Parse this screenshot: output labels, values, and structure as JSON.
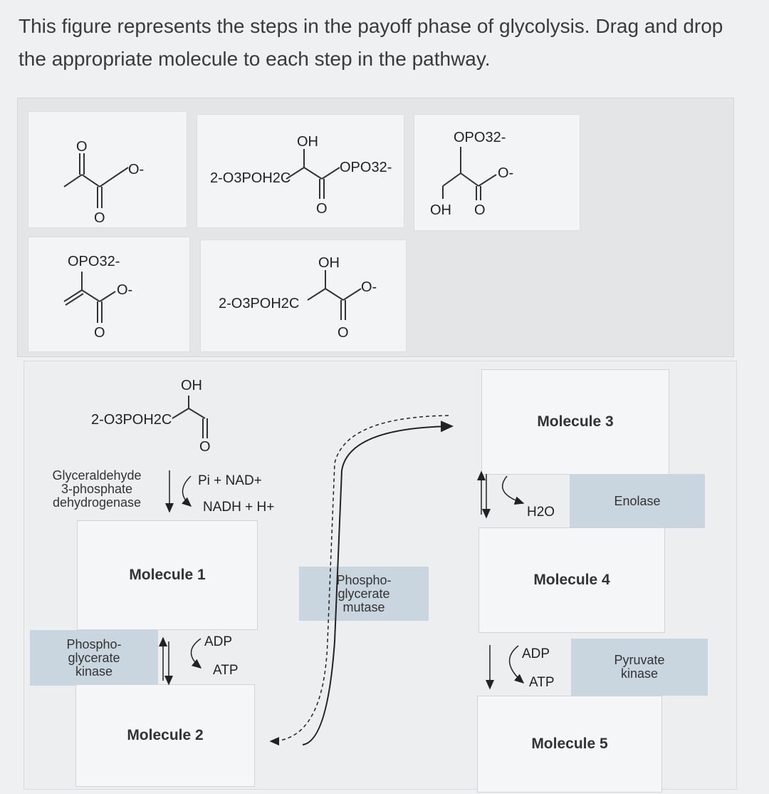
{
  "question": "This figure represents the steps in the payoff phase of glycolysis. Drag and drop the appropriate molecule to each step in the pathway.",
  "molecule_bank": {
    "items": [
      {
        "id": "pyruvate",
        "labels": {
          "o_top": "O",
          "o_minus": "O-",
          "o_bottom": "O"
        }
      },
      {
        "id": "bpg",
        "labels": {
          "oh": "OH",
          "r_group": "2-O3POH2C",
          "opo3": "OPO32-",
          "o_bottom": "O"
        }
      },
      {
        "id": "pg2",
        "labels": {
          "opo3": "OPO32-",
          "o_minus": "O-",
          "oh": "OH",
          "o_bottom": "O"
        }
      },
      {
        "id": "pep",
        "labels": {
          "opo3": "OPO32-",
          "o_minus": "O-",
          "o_bottom": "O"
        }
      },
      {
        "id": "pg3",
        "labels": {
          "oh": "OH",
          "r_group": "2-O3POH2C",
          "o_minus": "O-",
          "o_bottom": "O"
        }
      }
    ]
  },
  "pathway": {
    "start_molecule": {
      "oh": "OH",
      "r_group": "2-O3POH2C",
      "o_bottom": "O"
    },
    "slots": {
      "molecule1": "Molecule 1",
      "molecule2": "Molecule 2",
      "molecule3": "Molecule 3",
      "molecule4": "Molecule 4",
      "molecule5": "Molecule 5"
    },
    "enzymes": {
      "gapdh": [
        "Glyceraldehyde",
        "3-phosphate",
        "dehydrogenase"
      ],
      "pgk": [
        "Phospho-",
        "glycerate",
        "kinase"
      ],
      "pgm": [
        "Phospho-",
        "glycerate",
        "mutase"
      ],
      "enolase": [
        "Enolase"
      ],
      "pk": [
        "Pyruvate",
        "kinase"
      ]
    },
    "cofactors": {
      "gapdh_in": "Pi + NAD+",
      "gapdh_out": "NADH + H+",
      "pgk_in": "ADP",
      "pgk_out": "ATP",
      "enolase_out": "H2O",
      "pk_in": "ADP",
      "pk_out": "ATP"
    }
  },
  "colors": {
    "enzyme_bg": "#c9d5df",
    "slot_bg": "#f5f6f7",
    "bank_bg": "#e3e5e7"
  }
}
